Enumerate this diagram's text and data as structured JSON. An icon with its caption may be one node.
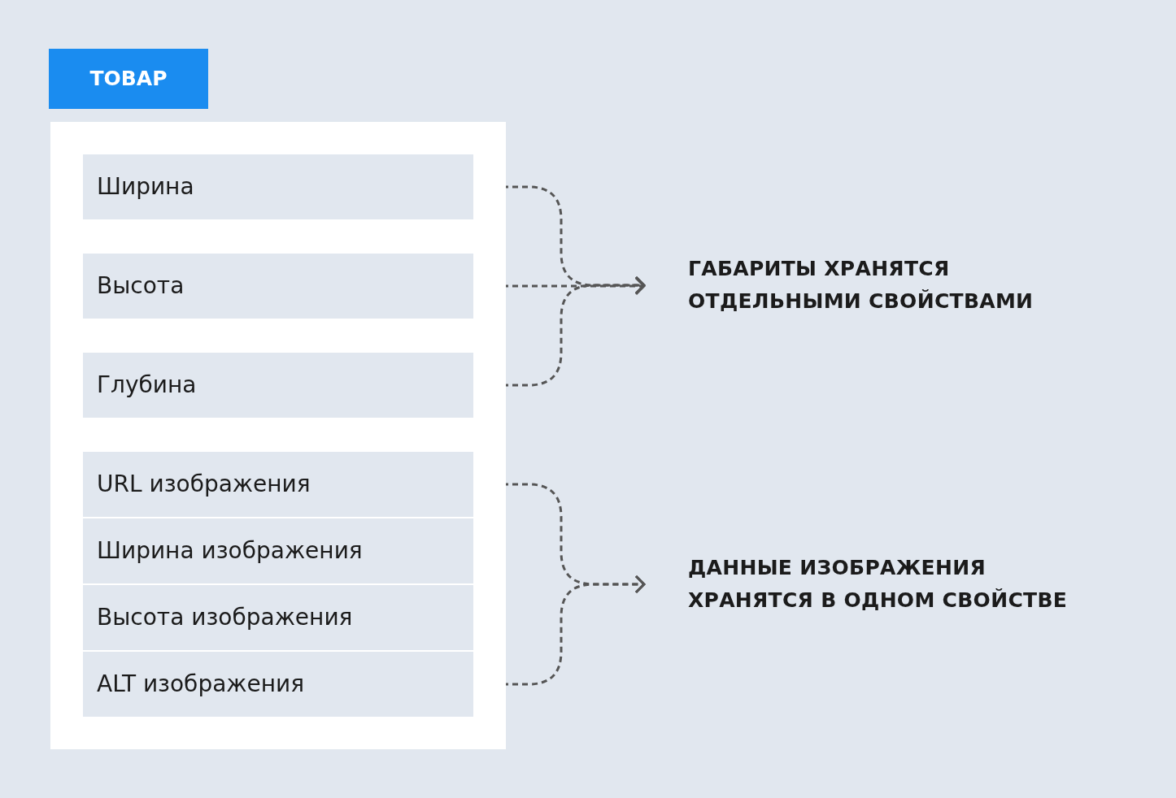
{
  "diagram": {
    "nodes": [
      {
        "text": [
          "ТОВАР"
        ]
      },
      {
        "text": [],
        "shape": "box"
      },
      {
        "text": [
          "Ширина"
        ],
        "in": 1
      },
      {
        "text": [
          "Высота"
        ],
        "in": 1
      },
      {
        "text": [
          "Глубина"
        ],
        "in": 1
      },
      {
        "text": [
          "URL изображения"
        ],
        "in": 1
      },
      {
        "text": [
          "Ширина изображения"
        ],
        "in": 1
      },
      {
        "text": [
          "Высота изображения"
        ],
        "in": 1
      },
      {
        "text": [
          "ALT изображения"
        ],
        "in": 1
      },
      {
        "text": [
          "ГАБАРИТЫ ХРАНЯТСЯ ОТДЕЛЬНЫМИ СВОЙСТВАМИ"
        ]
      },
      {
        "text": [
          "ДАННЫЕ ИЗОБРАЖЕНИЯ ХРАНЯТСЯ В ОДНОМ СВОЙСТВЕ"
        ]
      }
    ],
    "edges": [
      {
        "from": 2,
        "to": 9,
        "arrow": "to",
        "style": "dashed"
      },
      {
        "from": 3,
        "to": 9,
        "arrow": "to",
        "style": "dashed"
      },
      {
        "from": 4,
        "to": 9,
        "arrow": "to",
        "style": "dashed"
      },
      {
        "from": 5,
        "to": 10,
        "arrow": "to",
        "style": "dashed"
      },
      {
        "from": 8,
        "to": 10,
        "arrow": "to",
        "style": "dashed"
      }
    ]
  }
}
